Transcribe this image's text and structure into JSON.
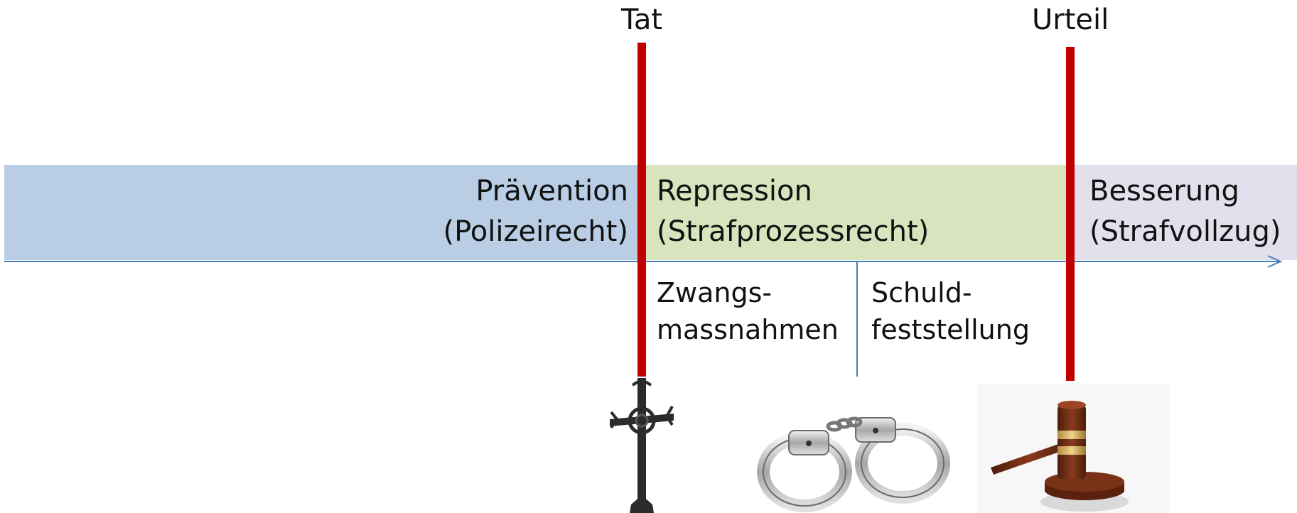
{
  "events": {
    "tat": "Tat",
    "urteil": "Urteil"
  },
  "phases": {
    "praevention": {
      "line1": "Prävention",
      "line2": "(Polizeirecht)",
      "color": "#b9cde4"
    },
    "repression": {
      "line1": "Repression",
      "line2": "(Strafprozessrecht)",
      "color": "#d7e4bd"
    },
    "besserung": {
      "line1": "Besserung",
      "line2": "(Strafvollzug)",
      "color": "#e4dfec"
    }
  },
  "subphases": {
    "zwang": {
      "line1": "Zwangs-",
      "line2": "massnahmen"
    },
    "schuld": {
      "line1": "Schuld-",
      "line2": "feststellung"
    }
  },
  "colors": {
    "event_line": "#c00000",
    "axis": "#4a7ebb"
  },
  "icons": [
    "cross-icon",
    "handcuffs-icon",
    "gavel-icon"
  ]
}
